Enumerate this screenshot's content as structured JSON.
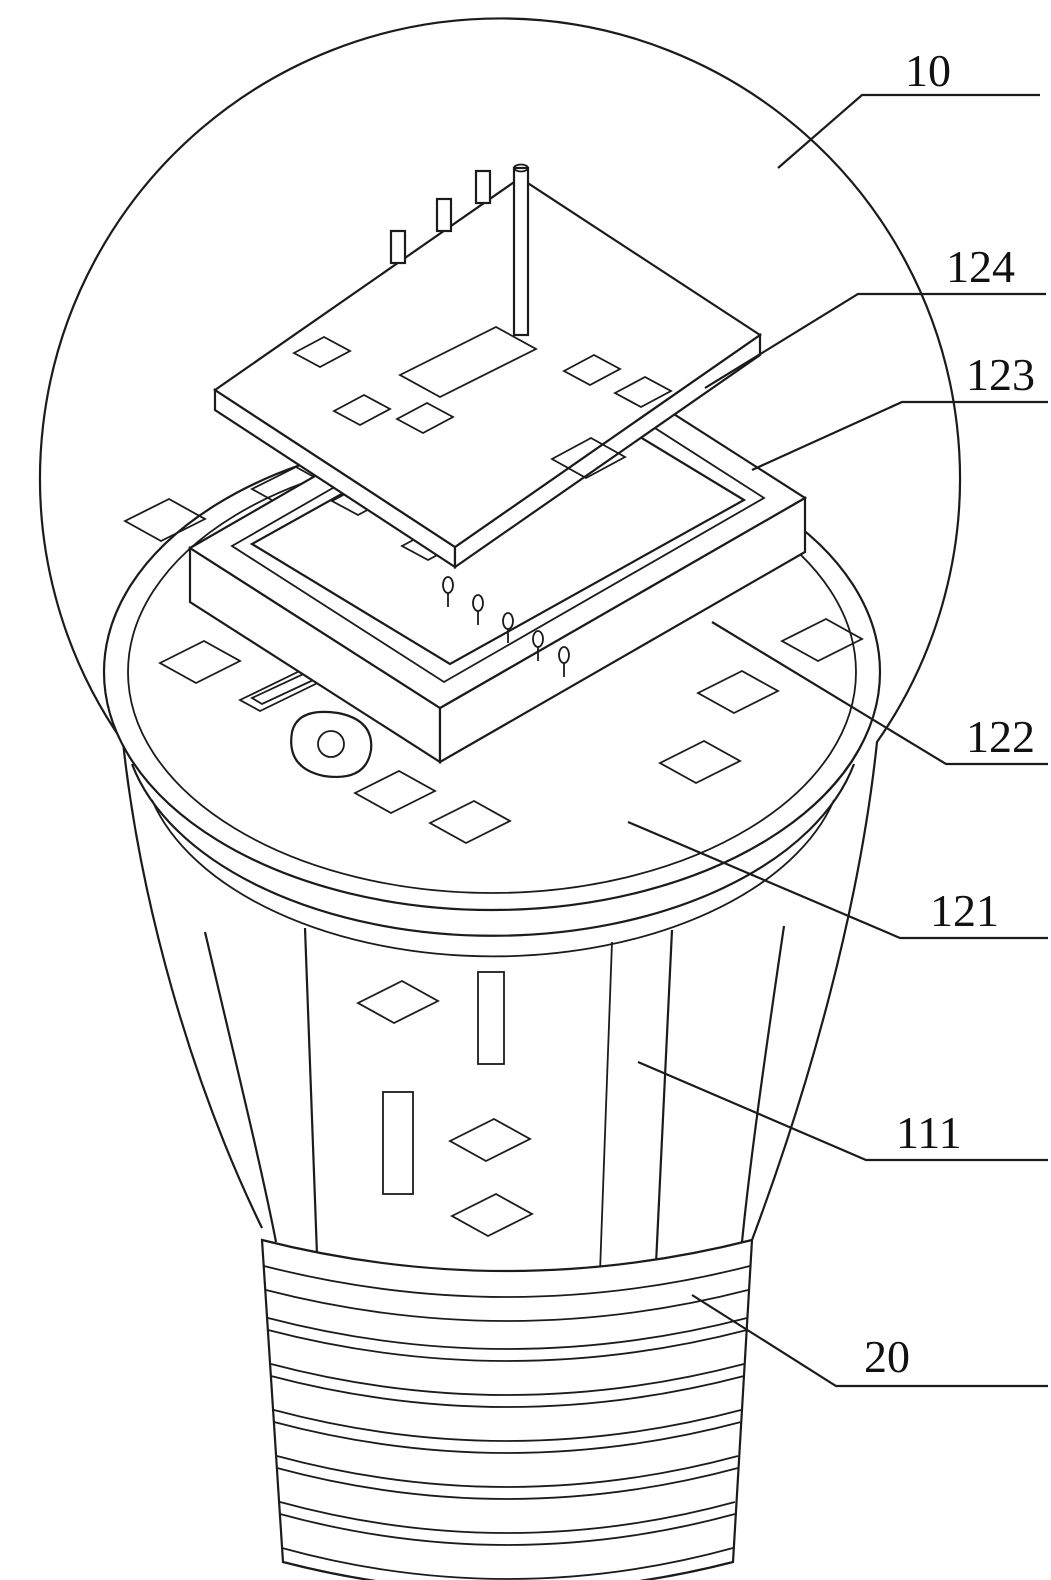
{
  "figure": {
    "type": "patent-line-drawing",
    "subject": "LED bulb internal assembly isometric view",
    "background": "#ffffff",
    "line_color": "#1b1b1b",
    "labels": {
      "l10": {
        "text": "10",
        "target": "bulb-glass-envelope"
      },
      "l124": {
        "text": "124",
        "target": "top-pcb-module"
      },
      "l123": {
        "text": "123",
        "target": "support-frame"
      },
      "l122": {
        "text": "122",
        "target": "driver-board-area"
      },
      "l121": {
        "text": "121",
        "target": "base-plate"
      },
      "l111": {
        "text": "111",
        "target": "inner-housing-column"
      },
      "l20": {
        "text": "20",
        "target": "screw-base"
      }
    }
  }
}
